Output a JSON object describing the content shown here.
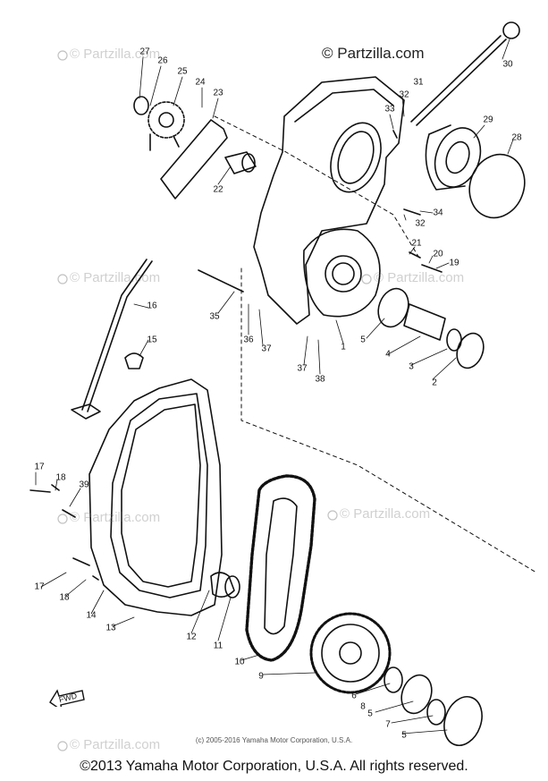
{
  "watermark": {
    "main": "© Partzilla.com",
    "faint": "© Partzilla.com"
  },
  "copyright": {
    "small": "(c) 2005-2016 Yamaha Motor Corporation, U.S.A.",
    "big": "©2013 Yamaha Motor Corporation, U.S.A. All rights reserved."
  },
  "fwd_label": "FWD",
  "callouts": [
    "1",
    "2",
    "3",
    "4",
    "5",
    "5",
    "5",
    "6",
    "7",
    "8",
    "9",
    "10",
    "11",
    "12",
    "13",
    "14",
    "15",
    "16",
    "17",
    "17",
    "18",
    "18",
    "19",
    "20",
    "21",
    "22",
    "23",
    "24",
    "25",
    "26",
    "27",
    "28",
    "29",
    "30",
    "31",
    "32",
    "32",
    "33",
    "34",
    "35",
    "36",
    "37",
    "37",
    "38",
    "39"
  ]
}
